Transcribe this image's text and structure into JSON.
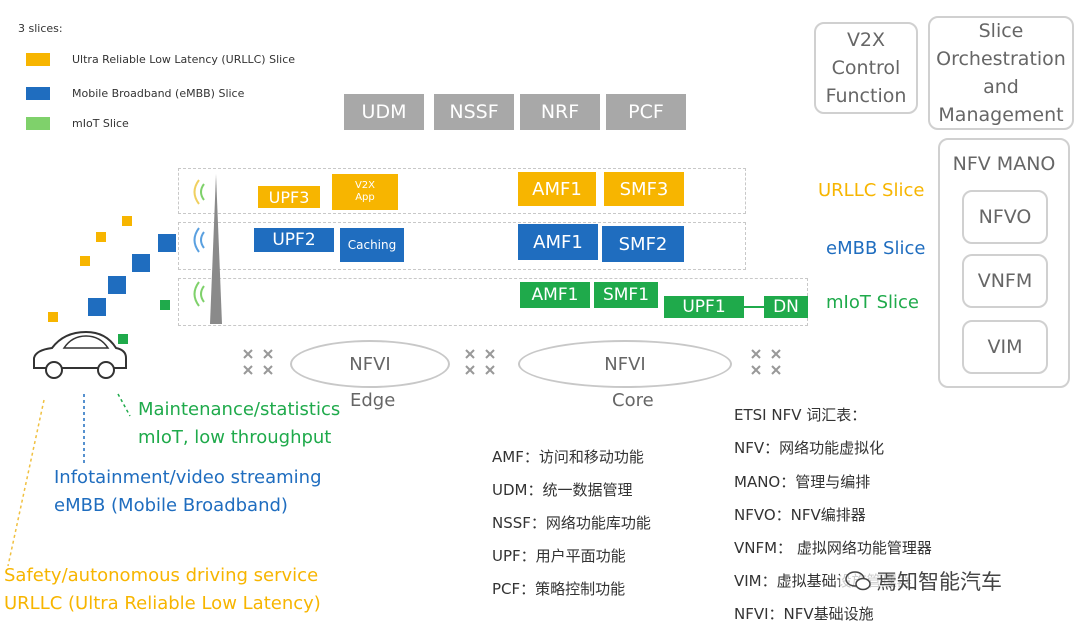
{
  "legend": {
    "title": "3 slices:",
    "items": [
      {
        "label": "Ultra Reliable Low Latency (URLLC) Slice",
        "color": "#f7b500"
      },
      {
        "label": "Mobile Broadband (eMBB) Slice",
        "color": "#1f6dbf"
      },
      {
        "label": "mIoT Slice",
        "color": "#7fd16b"
      }
    ]
  },
  "core_functions": [
    "UDM",
    "NSSF",
    "NRF",
    "PCF"
  ],
  "right_panel": {
    "v2x": "V2X Control Function",
    "orchestration": "Slice Orchestration and Management",
    "mano_title": "NFV MANO",
    "mano_items": [
      "NFVO",
      "VNFM",
      "VIM"
    ]
  },
  "slices": {
    "urllc": {
      "label": "URLLC Slice",
      "upf": "UPF3",
      "app": "V2X App",
      "amf": "AMF1",
      "smf": "SMF3"
    },
    "embb": {
      "label": "eMBB Slice",
      "upf": "UPF2",
      "app": "Caching",
      "amf": "AMF1",
      "smf": "SMF2"
    },
    "miot": {
      "label": "mIoT Slice",
      "amf": "AMF1",
      "smf": "SMF1",
      "upf": "UPF1",
      "dn": "DN"
    }
  },
  "nfvi": {
    "label": "NFVI",
    "edge": "Edge",
    "core": "Core"
  },
  "usecases": {
    "miot": [
      "Maintenance/statistics",
      "mIoT, low throughput"
    ],
    "embb": [
      "Infotainment/video streaming",
      "eMBB (Mobile Broadband)"
    ],
    "urllc": [
      "Safety/autonomous driving service",
      "URLLC (Ultra Reliable Low Latency)"
    ]
  },
  "glossary_left": [
    "AMF：访问和移动功能",
    "UDM：统一数据管理",
    "NSSF：网络功能库功能",
    "UPF：用户平面功能",
    "PCF：策略控制功能"
  ],
  "glossary_right": {
    "title": "ETSI NFV 词汇表：",
    "items": [
      "NFV：网络功能虚拟化",
      "MANO：管理与编排",
      "NFVO：NFV编排器",
      "VNFM： 虚拟网络功能管理器",
      "VIM：虚拟基础设施管理器",
      "NFVI：NFV基础设施"
    ]
  },
  "watermark": "焉知智能汽车",
  "colors": {
    "urllc": "#f7b500",
    "embb": "#1f6dbf",
    "miot": "#1faa4b",
    "gray": "#a8a8a8"
  }
}
